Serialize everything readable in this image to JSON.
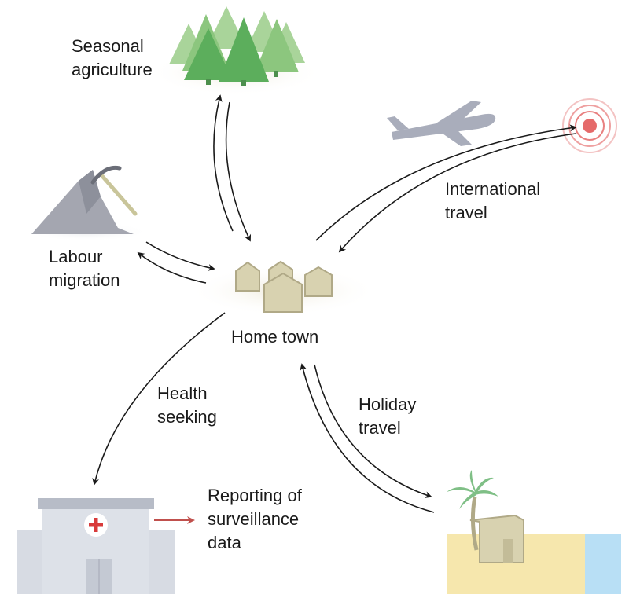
{
  "labels": {
    "seasonal_line1": "Seasonal",
    "seasonal_line2": "agriculture",
    "labour_line1": "Labour",
    "labour_line2": "migration",
    "international_line1": "International",
    "international_line2": "travel",
    "home_town": "Home town",
    "health_line1": "Health",
    "health_line2": "seeking",
    "holiday_line1": "Holiday",
    "holiday_line2": "travel",
    "reporting_line1": "Reporting of",
    "reporting_line2": "surveillance",
    "reporting_line3": "data"
  },
  "colors": {
    "tree_dark": "#5cae5c",
    "tree_light": "#a9d49a",
    "mountain": "#a4a6b0",
    "plane": "#a9adbb",
    "target": "#e56a6a",
    "house_fill": "#d8d2b0",
    "house_stroke": "#b0a987",
    "hospital": "#d7dbe3",
    "hospital_roof": "#b7bcc7",
    "cross": "#d83a3a",
    "report_arrow": "#c0504d",
    "sand": "#f6e7ad",
    "water": "#b8dff5",
    "palm": "#7fbf86",
    "arrow": "#1a1a1a"
  }
}
